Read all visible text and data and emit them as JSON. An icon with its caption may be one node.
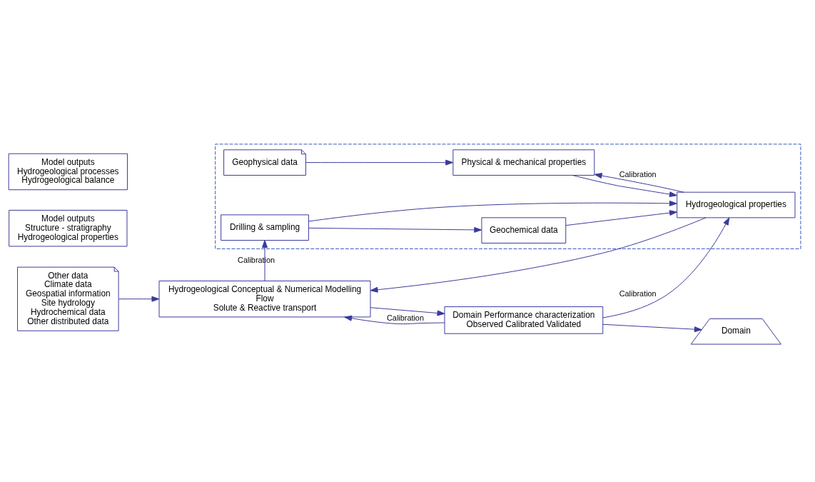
{
  "diagram": {
    "nodes": [
      {
        "text": [],
        "shape": "box"
      },
      {
        "text": [
          "Other data",
          "Climate data",
          "Geospatial information",
          "Site hydrology",
          "Hydrochemical data",
          "Other distributed data"
        ]
      },
      {
        "text": [
          "Geophysical data"
        ],
        "in": 0
      },
      {
        "text": [
          "Physical & mechanical properties"
        ],
        "in": 0
      },
      {
        "text": [
          "Geochemical data"
        ],
        "in": 0
      },
      {
        "text": [
          "Hydrogeological properties"
        ],
        "in": 0
      },
      {
        "text": [
          "Drilling & sampling"
        ],
        "in": 0
      },
      {
        "text": [
          "Hydrogeological Conceptual & Numerical Modelling",
          "Flow",
          "Solute & Reactive transport"
        ]
      },
      {
        "text": [
          "Domain Performance characterization",
          "Observed Calibrated Validated"
        ]
      },
      {
        "text": [
          "Domain"
        ]
      },
      {
        "text": [
          "Model outputs",
          "Structure - stratigraphy",
          "Hydrogeological properties"
        ]
      },
      {
        "text": [
          "Model outputs",
          "Hydrogeological processes",
          "Hydrogeological balance"
        ]
      }
    ],
    "edges": [
      {
        "from": 1,
        "to": 7,
        "arrow": "to"
      },
      {
        "from": 5,
        "to": 3,
        "arrow": "to",
        "label": "Calibration"
      },
      {
        "from": 2,
        "to": 3,
        "arrow": "to"
      },
      {
        "from": 3,
        "to": 5,
        "arrow": "to"
      },
      {
        "from": 4,
        "to": 5,
        "arrow": "to"
      },
      {
        "from": 6,
        "to": 5,
        "arrow": "to"
      },
      {
        "from": 6,
        "to": 4,
        "arrow": "to"
      },
      {
        "from": 5,
        "to": 7,
        "arrow": "to"
      },
      {
        "from": 7,
        "to": 8,
        "arrow": "to"
      },
      {
        "from": 8,
        "to": 7,
        "arrow": "to",
        "label": "Calibration"
      },
      {
        "from": 8,
        "to": 5,
        "arrow": "to",
        "label": "Calibration"
      },
      {
        "from": 7,
        "to": 6,
        "arrow": "to",
        "label": "Calibration"
      },
      {
        "from": 8,
        "to": 9,
        "arrow": "to"
      }
    ]
  }
}
